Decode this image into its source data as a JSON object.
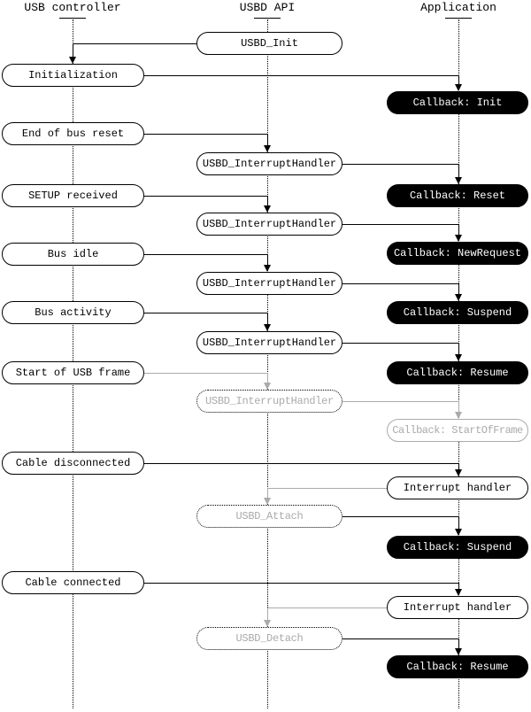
{
  "colors": {
    "line_black": "#000000",
    "line_gray": "#aaaaaa",
    "callback_pill_bg": "#000000",
    "callback_pill_text": "#ffffff",
    "ghost_text": "#aaaaaa"
  },
  "lifelines": [
    {
      "label": "USB controller"
    },
    {
      "label": "USBD API"
    },
    {
      "label": "Application"
    }
  ],
  "controller_events": [
    "Initialization",
    "End of bus reset",
    "SETUP received",
    "Bus idle",
    "Bus activity",
    "Start of USB frame",
    "Cable disconnected",
    "Cable connected"
  ],
  "api_calls": [
    "USBD_Init",
    "USBD_InterruptHandler",
    "USBD_InterruptHandler",
    "USBD_InterruptHandler",
    "USBD_InterruptHandler",
    "USBD_InterruptHandler",
    "USBD_Attach",
    "USBD_Detach"
  ],
  "app_items": [
    "Callback: Init",
    "Callback: Reset",
    "Callback: NewRequest",
    "Callback: Suspend",
    "Callback: Resume",
    "Callback: StartOfFrame",
    "Interrupt handler",
    "Callback: Suspend",
    "Interrupt handler",
    "Callback: Resume"
  ]
}
